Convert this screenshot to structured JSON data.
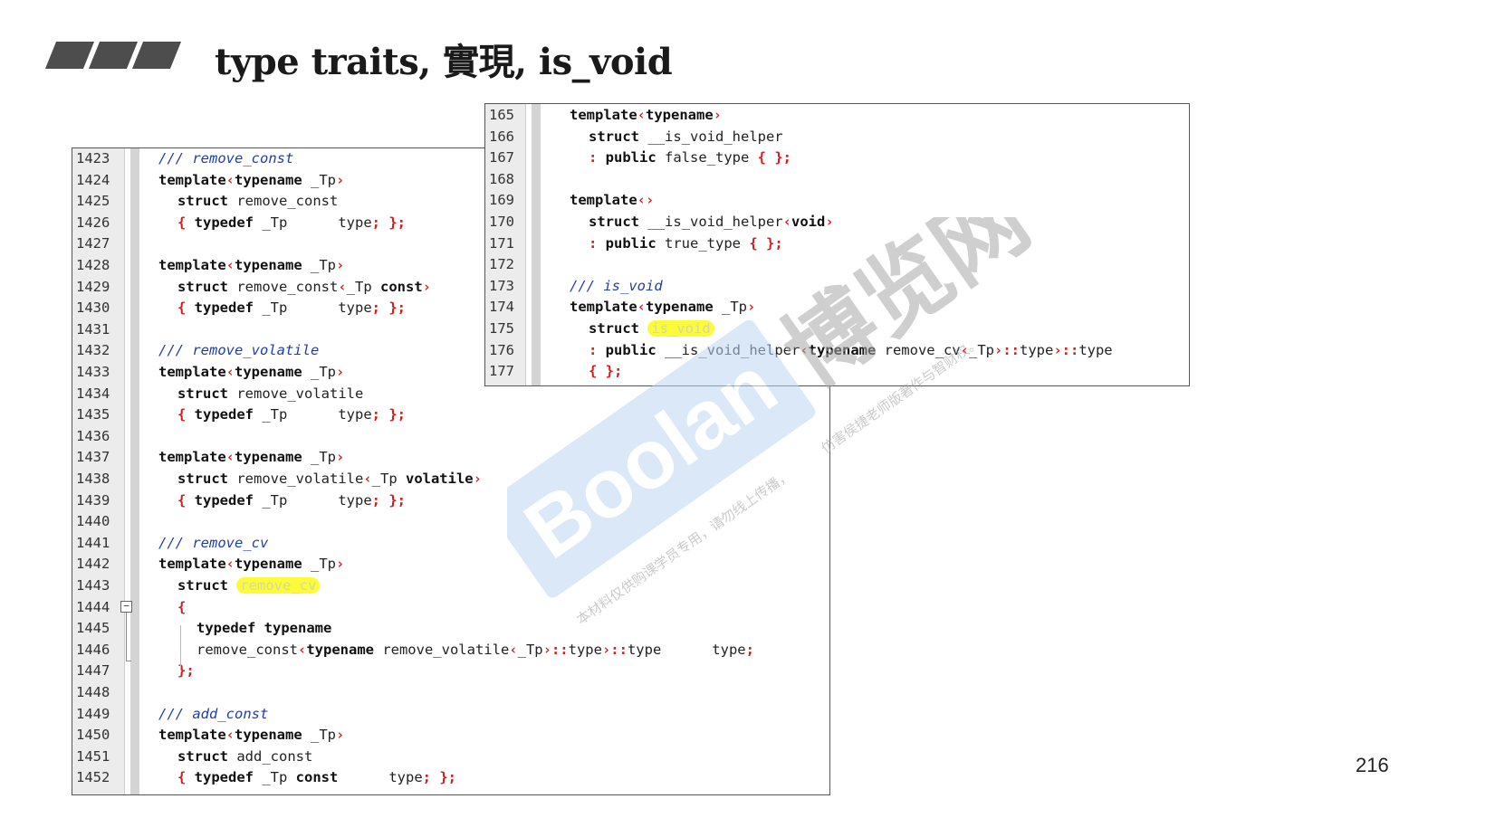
{
  "title": "type traits, 實現, is_void",
  "page_number": "216",
  "left_panel": {
    "lines": [
      {
        "n": "1423",
        "parts": [
          [
            "cm",
            "/// remove_const"
          ]
        ],
        "indent": 0
      },
      {
        "n": "1424",
        "parts": [
          [
            "kw",
            "template"
          ],
          [
            "br",
            "‹"
          ],
          [
            "kw",
            "typename"
          ],
          [
            "tx",
            " _Tp"
          ],
          [
            "br",
            "›"
          ]
        ],
        "indent": 0
      },
      {
        "n": "1425",
        "parts": [
          [
            "kw",
            "struct"
          ],
          [
            "tx",
            " remove_const"
          ]
        ],
        "indent": 1
      },
      {
        "n": "1426",
        "parts": [
          [
            "br",
            "{ "
          ],
          [
            "kw",
            "typedef"
          ],
          [
            "tx",
            " _Tp      type"
          ],
          [
            "br",
            "; };"
          ]
        ],
        "indent": 1
      },
      {
        "n": "1427",
        "parts": [],
        "indent": 0
      },
      {
        "n": "1428",
        "parts": [
          [
            "kw",
            "template"
          ],
          [
            "br",
            "‹"
          ],
          [
            "kw",
            "typename"
          ],
          [
            "tx",
            " _Tp"
          ],
          [
            "br",
            "›"
          ]
        ],
        "indent": 0
      },
      {
        "n": "1429",
        "parts": [
          [
            "kw",
            "struct"
          ],
          [
            "tx",
            " remove_const"
          ],
          [
            "br",
            "‹"
          ],
          [
            "tx",
            "_Tp "
          ],
          [
            "kw",
            "const"
          ],
          [
            "br",
            "›"
          ]
        ],
        "indent": 1
      },
      {
        "n": "1430",
        "parts": [
          [
            "br",
            "{ "
          ],
          [
            "kw",
            "typedef"
          ],
          [
            "tx",
            " _Tp      type"
          ],
          [
            "br",
            "; };"
          ]
        ],
        "indent": 1
      },
      {
        "n": "1431",
        "parts": [],
        "indent": 0
      },
      {
        "n": "1432",
        "parts": [
          [
            "cm",
            "/// remove_volatile"
          ]
        ],
        "indent": 0
      },
      {
        "n": "1433",
        "parts": [
          [
            "kw",
            "template"
          ],
          [
            "br",
            "‹"
          ],
          [
            "kw",
            "typename"
          ],
          [
            "tx",
            " _Tp"
          ],
          [
            "br",
            "›"
          ]
        ],
        "indent": 0
      },
      {
        "n": "1434",
        "parts": [
          [
            "kw",
            "struct"
          ],
          [
            "tx",
            " remove_volatile"
          ]
        ],
        "indent": 1
      },
      {
        "n": "1435",
        "parts": [
          [
            "br",
            "{ "
          ],
          [
            "kw",
            "typedef"
          ],
          [
            "tx",
            " _Tp      type"
          ],
          [
            "br",
            "; };"
          ]
        ],
        "indent": 1
      },
      {
        "n": "1436",
        "parts": [],
        "indent": 0
      },
      {
        "n": "1437",
        "parts": [
          [
            "kw",
            "template"
          ],
          [
            "br",
            "‹"
          ],
          [
            "kw",
            "typename"
          ],
          [
            "tx",
            " _Tp"
          ],
          [
            "br",
            "›"
          ]
        ],
        "indent": 0
      },
      {
        "n": "1438",
        "parts": [
          [
            "kw",
            "struct"
          ],
          [
            "tx",
            " remove_volatile"
          ],
          [
            "br",
            "‹"
          ],
          [
            "tx",
            "_Tp "
          ],
          [
            "kw",
            "volatile"
          ],
          [
            "br",
            "›"
          ]
        ],
        "indent": 1
      },
      {
        "n": "1439",
        "parts": [
          [
            "br",
            "{ "
          ],
          [
            "kw",
            "typedef"
          ],
          [
            "tx",
            " _Tp      type"
          ],
          [
            "br",
            "; };"
          ]
        ],
        "indent": 1
      },
      {
        "n": "1440",
        "parts": [],
        "indent": 0
      },
      {
        "n": "1441",
        "parts": [
          [
            "cm",
            "/// remove_cv"
          ]
        ],
        "indent": 0
      },
      {
        "n": "1442",
        "parts": [
          [
            "kw",
            "template"
          ],
          [
            "br",
            "‹"
          ],
          [
            "kw",
            "typename"
          ],
          [
            "tx",
            " _Tp"
          ],
          [
            "br",
            "›"
          ]
        ],
        "indent": 0
      },
      {
        "n": "1443",
        "parts": [
          [
            "kw",
            "struct"
          ],
          [
            "tx",
            " "
          ],
          [
            "hl",
            "remove_cv"
          ]
        ],
        "indent": 1
      },
      {
        "n": "1444",
        "parts": [
          [
            "br",
            "{"
          ]
        ],
        "indent": 1
      },
      {
        "n": "1445",
        "parts": [
          [
            "kw",
            "typedef typename"
          ]
        ],
        "indent": 2
      },
      {
        "n": "1446",
        "parts": [
          [
            "tx",
            "remove_const"
          ],
          [
            "br",
            "‹"
          ],
          [
            "kw",
            "typename"
          ],
          [
            "tx",
            " remove_volatile"
          ],
          [
            "br",
            "‹"
          ],
          [
            "tx",
            "_Tp"
          ],
          [
            "br",
            "›::"
          ],
          [
            "tx",
            "type"
          ],
          [
            "br",
            "›::"
          ],
          [
            "tx",
            "type      type"
          ],
          [
            "br",
            ";"
          ]
        ],
        "indent": 2
      },
      {
        "n": "1447",
        "parts": [
          [
            "br",
            "};"
          ]
        ],
        "indent": 1
      },
      {
        "n": "1448",
        "parts": [],
        "indent": 0
      },
      {
        "n": "1449",
        "parts": [
          [
            "cm",
            "/// add_const"
          ]
        ],
        "indent": 0
      },
      {
        "n": "1450",
        "parts": [
          [
            "kw",
            "template"
          ],
          [
            "br",
            "‹"
          ],
          [
            "kw",
            "typename"
          ],
          [
            "tx",
            " _Tp"
          ],
          [
            "br",
            "›"
          ]
        ],
        "indent": 0
      },
      {
        "n": "1451",
        "parts": [
          [
            "kw",
            "struct"
          ],
          [
            "tx",
            " add_const"
          ]
        ],
        "indent": 1
      },
      {
        "n": "1452",
        "parts": [
          [
            "br",
            "{ "
          ],
          [
            "kw",
            "typedef"
          ],
          [
            "tx",
            " _Tp "
          ],
          [
            "kw",
            "const"
          ],
          [
            "tx",
            "      type"
          ],
          [
            "br",
            "; };"
          ]
        ],
        "indent": 1
      }
    ]
  },
  "right_panel": {
    "lines": [
      {
        "n": "165",
        "parts": [
          [
            "kw",
            "template"
          ],
          [
            "br",
            "‹"
          ],
          [
            "kw",
            "typename"
          ],
          [
            "br",
            "›"
          ]
        ],
        "indent": 0
      },
      {
        "n": "166",
        "parts": [
          [
            "kw",
            "struct"
          ],
          [
            "tx",
            " __is_void_helper"
          ]
        ],
        "indent": 1
      },
      {
        "n": "167",
        "parts": [
          [
            "br",
            ": "
          ],
          [
            "kw",
            "public"
          ],
          [
            "tx",
            " false_type "
          ],
          [
            "br",
            "{ };"
          ]
        ],
        "indent": 1
      },
      {
        "n": "168",
        "parts": [],
        "indent": 0
      },
      {
        "n": "169",
        "parts": [
          [
            "kw",
            "template"
          ],
          [
            "br",
            "‹›"
          ]
        ],
        "indent": 0
      },
      {
        "n": "170",
        "parts": [
          [
            "kw",
            "struct"
          ],
          [
            "tx",
            " __is_void_helper"
          ],
          [
            "br",
            "‹"
          ],
          [
            "kw",
            "void"
          ],
          [
            "br",
            "›"
          ]
        ],
        "indent": 1
      },
      {
        "n": "171",
        "parts": [
          [
            "br",
            ": "
          ],
          [
            "kw",
            "public"
          ],
          [
            "tx",
            " true_type "
          ],
          [
            "br",
            "{ };"
          ]
        ],
        "indent": 1
      },
      {
        "n": "172",
        "parts": [],
        "indent": 0
      },
      {
        "n": "173",
        "parts": [
          [
            "cm",
            "/// is_void"
          ]
        ],
        "indent": 0
      },
      {
        "n": "174",
        "parts": [
          [
            "kw",
            "template"
          ],
          [
            "br",
            "‹"
          ],
          [
            "kw",
            "typename"
          ],
          [
            "tx",
            " _Tp"
          ],
          [
            "br",
            "›"
          ]
        ],
        "indent": 0
      },
      {
        "n": "175",
        "parts": [
          [
            "kw",
            "struct"
          ],
          [
            "tx",
            " "
          ],
          [
            "hl",
            "is_void"
          ]
        ],
        "indent": 1
      },
      {
        "n": "176",
        "parts": [
          [
            "br",
            ": "
          ],
          [
            "kw",
            "public"
          ],
          [
            "tx",
            " __is_void_helper"
          ],
          [
            "br",
            "‹"
          ],
          [
            "kw",
            "typename"
          ],
          [
            "tx",
            " remove_cv"
          ],
          [
            "br",
            "‹"
          ],
          [
            "tx",
            "_Tp"
          ],
          [
            "br",
            "›::"
          ],
          [
            "tx",
            "type"
          ],
          [
            "br",
            "›::"
          ],
          [
            "tx",
            "type"
          ]
        ],
        "indent": 1
      },
      {
        "n": "177",
        "parts": [
          [
            "br",
            "{ };"
          ]
        ],
        "indent": 1
      }
    ]
  },
  "watermark": {
    "brand": "Boolan",
    "cn_brand": "博览网",
    "notice_1": "本材料仅供购课学员专用，请勿线上传播，",
    "notice_2": "仿害侯捷老师版著作与智财权。"
  },
  "colors": {
    "comment": "#1f3fa8",
    "bracket": "#d11f1f",
    "highlight": "#fbfb3a",
    "title_bar": "#4d4d4d"
  }
}
